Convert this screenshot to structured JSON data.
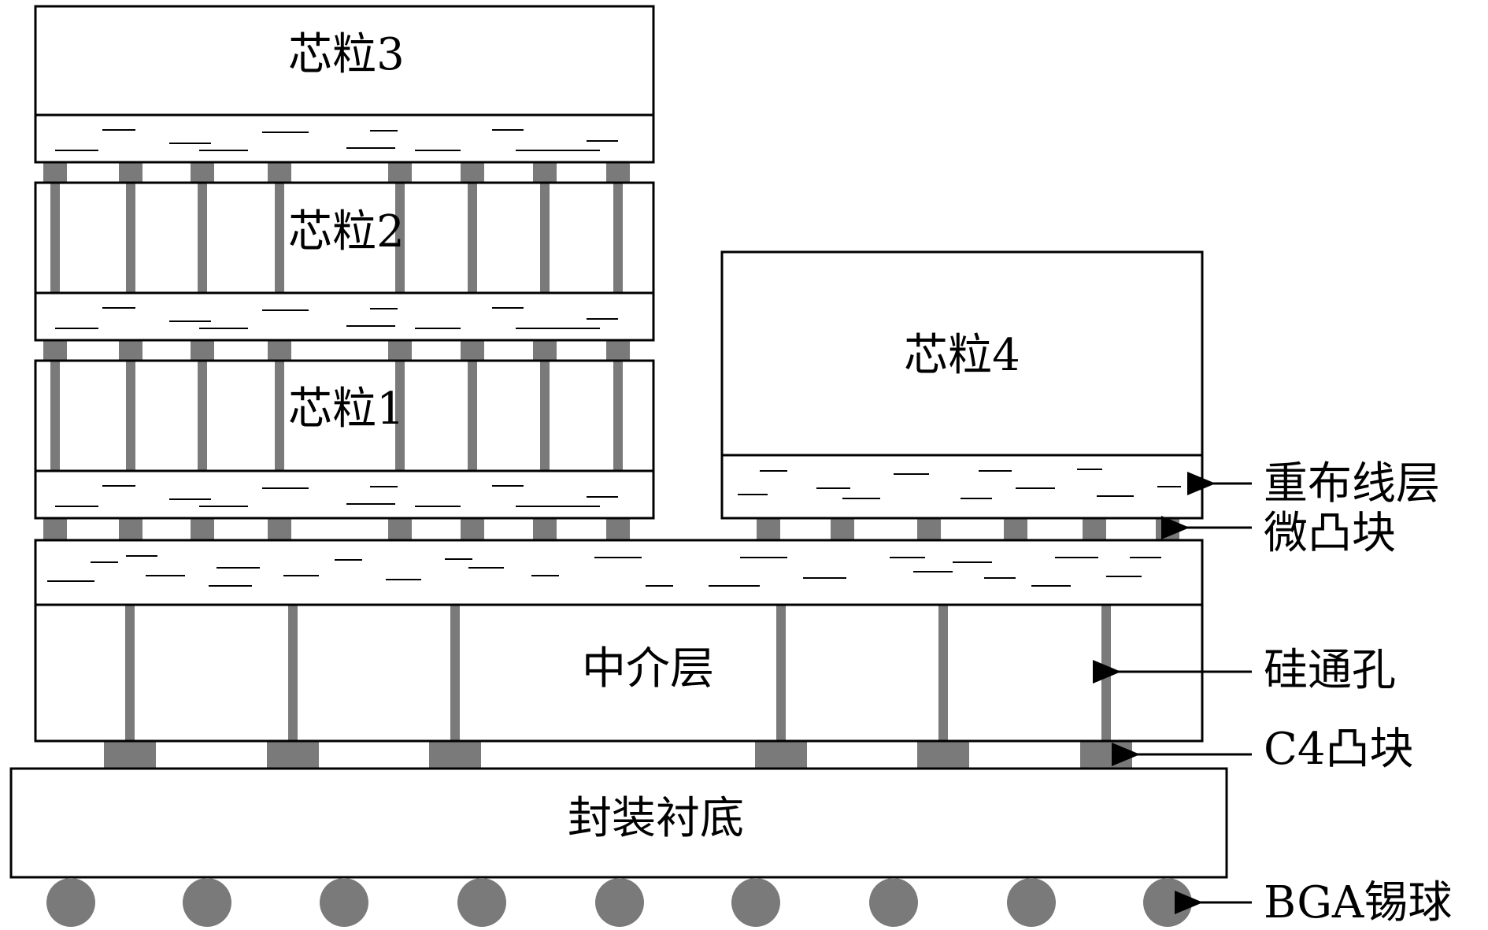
{
  "chips": {
    "chip1": "芯粒1",
    "chip2": "芯粒2",
    "chip3": "芯粒3",
    "chip4": "芯粒4"
  },
  "interposer": "中介层",
  "substrate": "封装衬底",
  "callouts": {
    "rdl": "重布线层",
    "micro_bump": "微凸块",
    "tsv": "硅通孔",
    "c4_bump": "C4凸块",
    "bga": "BGA锡球"
  },
  "colors": {
    "via": "#7a7a7a",
    "outline": "#000000",
    "fill": "#ffffff"
  }
}
